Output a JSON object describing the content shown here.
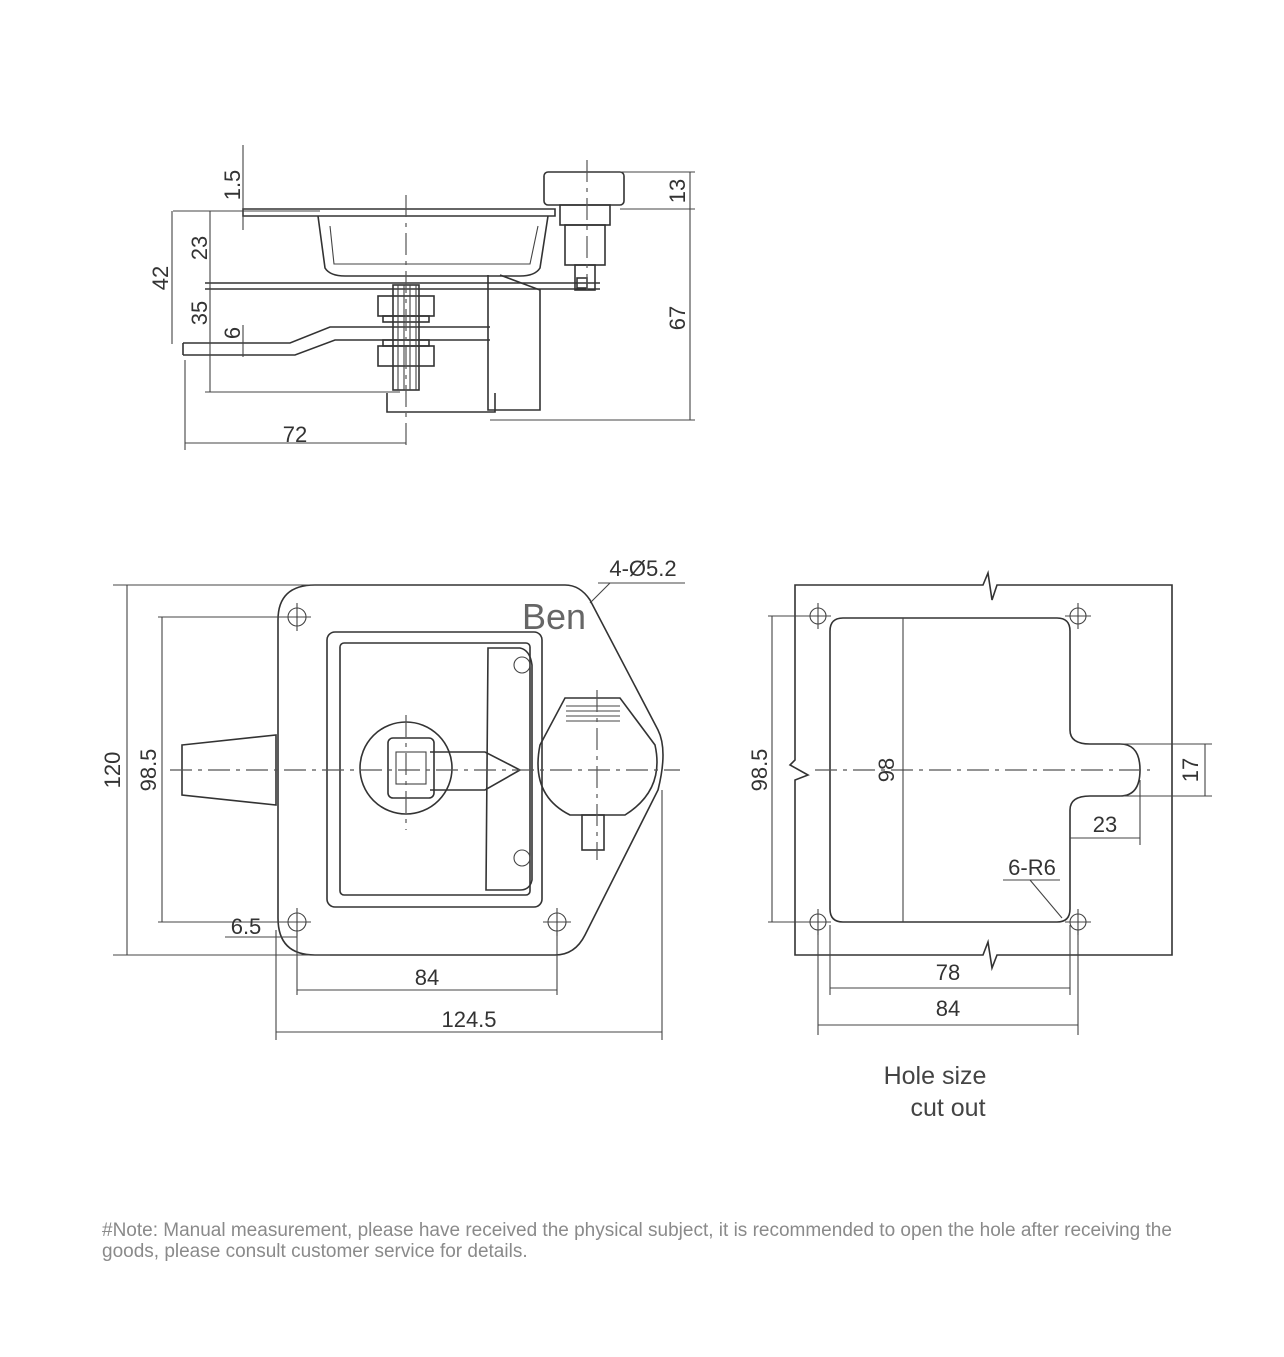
{
  "side_view": {
    "dims": {
      "d1_5": "1.5",
      "d13": "13",
      "d23": "23",
      "d42": "42",
      "d35": "35",
      "d6": "6",
      "d67": "67",
      "d72": "72"
    }
  },
  "front_view": {
    "hole_callout": "4-Ø5.2",
    "watermark": "Ben",
    "dims": {
      "d120": "120",
      "d98_5": "98.5",
      "d6_5": "6.5",
      "d84": "84",
      "d124_5": "124.5"
    }
  },
  "cutout_view": {
    "caption_line1": "Hole size",
    "caption_line2": "cut out",
    "dims": {
      "d98_5": "98.5",
      "d98": "98",
      "d17": "17",
      "d23": "23",
      "radius": "6-R6",
      "d78": "78",
      "d84": "84"
    }
  },
  "note": "#Note: Manual measurement, please have received the physical subject, it is recommended to open the hole after receiving the goods, please consult customer service for details."
}
